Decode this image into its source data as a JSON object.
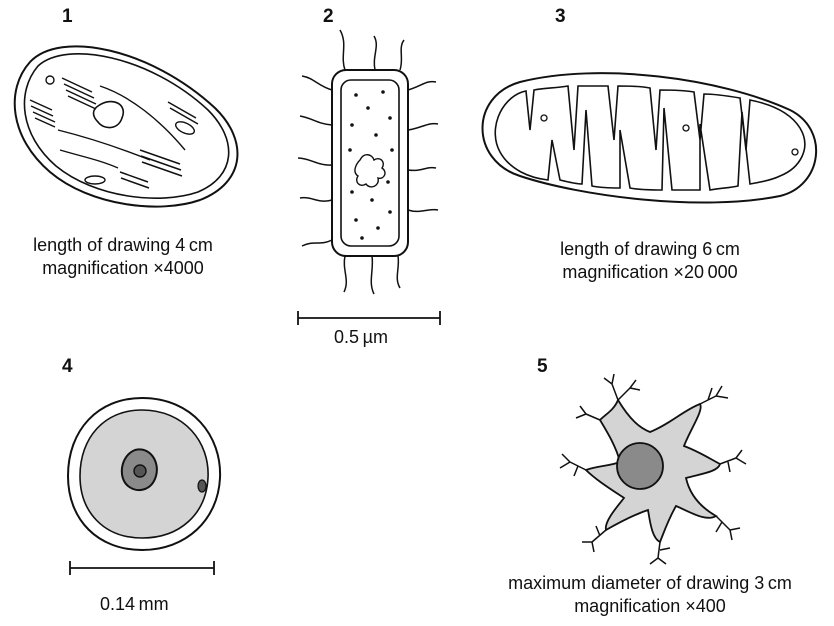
{
  "figures": [
    {
      "number": "1",
      "caption_line1": "length of drawing 4 cm",
      "caption_line2": "magnification ×4000"
    },
    {
      "number": "2",
      "scale_bar_label": "0.5 µm"
    },
    {
      "number": "3",
      "caption_line1": "length of drawing 6 cm",
      "caption_line2": "magnification ×20 000"
    },
    {
      "number": "4",
      "scale_bar_label": "0.14 mm"
    },
    {
      "number": "5",
      "caption_line1": "maximum diameter of drawing 3 cm",
      "caption_line2": "magnification ×400"
    }
  ],
  "colors": {
    "ink": "#111111",
    "cytoplasm": "#d4d4d4",
    "nucleus": "#8a8a8a",
    "nucleolus": "#555555"
  }
}
